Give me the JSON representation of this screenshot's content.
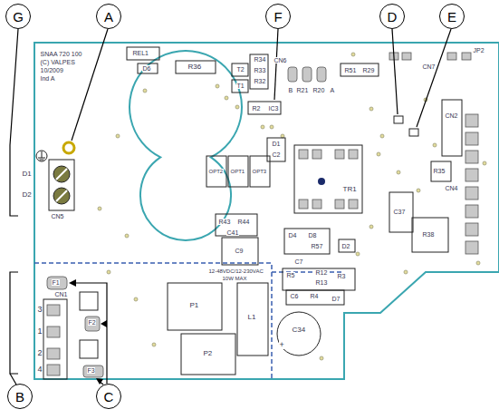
{
  "diagram": {
    "nodes": [
      {
        "text": [
          "G"
        ]
      },
      {
        "text": [
          "A"
        ]
      },
      {
        "text": [
          "F"
        ]
      },
      {
        "text": [
          "D"
        ]
      },
      {
        "text": [
          "E"
        ]
      },
      {
        "text": [
          "B"
        ]
      },
      {
        "text": [
          "C"
        ]
      }
    ],
    "labels": [
      "SNAA 720 100",
      "(C) VALPES",
      "10/2009",
      "Ind A",
      "REL1",
      "D6",
      "R36",
      "T2",
      "R34",
      "R33",
      "T1",
      "R32",
      "R2",
      "IC3",
      "CN6",
      "B",
      "R21",
      "R20",
      "A",
      "R51",
      "R29",
      "CN7",
      "JP2",
      "CN2",
      "R35",
      "CN4",
      "R38",
      "D1",
      "C2",
      "OPT2",
      "OPT1",
      "OPT3",
      "TR1",
      "C37",
      "R43",
      "R44",
      "C41",
      "C9",
      "12-48VDC/12-230VAC",
      "10W MAX",
      "D4",
      "D8",
      "R57",
      "D2",
      "C7",
      "R5",
      "R12",
      "R13",
      "R3",
      "C6",
      "R4",
      "D7",
      "C34",
      "+",
      "L1",
      "P1",
      "P2",
      "CN5",
      "D1",
      "D2",
      "F1",
      "CN1",
      "3",
      "1",
      "2",
      "4",
      "F2",
      "F3"
    ]
  }
}
